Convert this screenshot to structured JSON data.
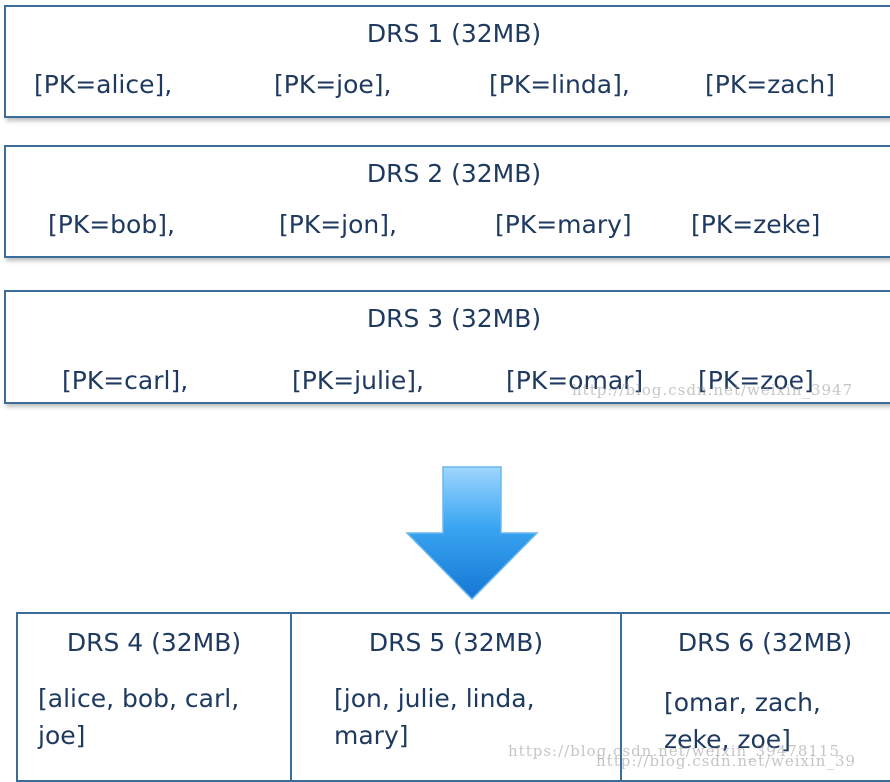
{
  "top_boxes": [
    {
      "title": "DRS 1 (32MB)",
      "keys": [
        "[PK=alice],",
        "[PK=joe],",
        "[PK=linda],",
        "[PK=zach]"
      ]
    },
    {
      "title": "DRS 2 (32MB)",
      "keys": [
        "[PK=bob],",
        "[PK=jon],",
        "[PK=mary]",
        "[PK=zeke]"
      ]
    },
    {
      "title": "DRS 3 (32MB)",
      "keys": [
        "[PK=carl],",
        "[PK=julie],",
        "[PK=omar]",
        "[PK=zoe]"
      ]
    }
  ],
  "bottom_boxes": [
    {
      "title": "DRS 4 (32MB)",
      "contents": "[alice, bob, carl, joe]"
    },
    {
      "title": "DRS 5 (32MB)",
      "contents": "[jon, julie, linda, mary]"
    },
    {
      "title": "DRS 6 (32MB)",
      "contents": "[omar, zach, zeke, zoe]"
    }
  ],
  "watermarks": [
    "http://blog.csdn.net/weixin_3947",
    "https://blog.csdn.net/weixin_39478115",
    "http://blog.csdn.net/weixin_39"
  ],
  "colors": {
    "border": "#3a6d9a",
    "text": "#1f3a60",
    "arrow": "#1e90e0"
  },
  "icons": {
    "arrow": "down-arrow-icon"
  }
}
